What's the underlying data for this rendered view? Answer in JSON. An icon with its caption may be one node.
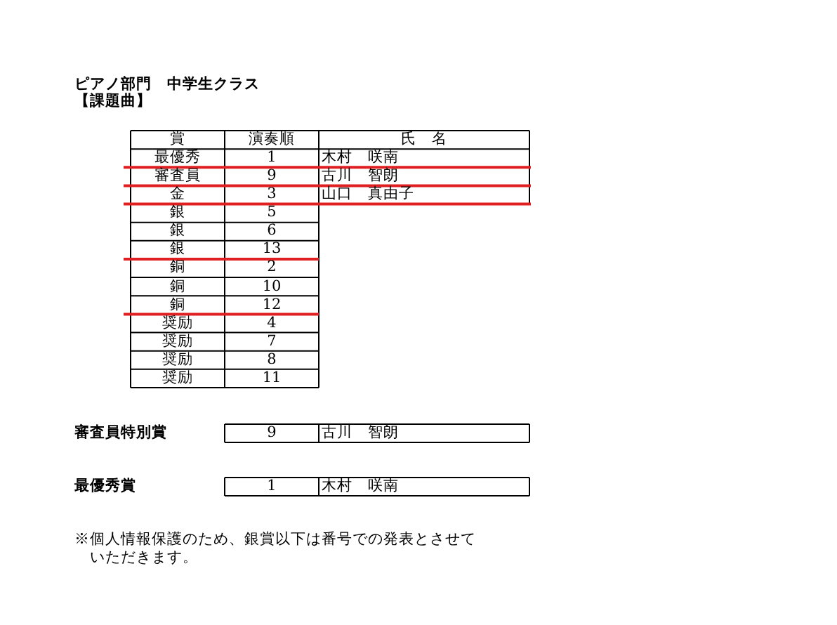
{
  "diagram": {
    "title": "ピアノ部門　中学生クラス",
    "labels": [
      "【課題曲】",
      "賞",
      "演奏順",
      "氏　名",
      "最優秀",
      "1",
      "木村　咲南",
      "審査員",
      "9",
      "古川　智朗",
      "金",
      "3",
      "山口　真由子",
      "銀",
      "5",
      "銀",
      "6",
      "銀",
      "13",
      "銅",
      "2",
      "銅",
      "10",
      "銅",
      "12",
      "奨励",
      "4",
      "奨励",
      "7",
      "奨励",
      "8",
      "奨励",
      "11",
      "審査員特別賞",
      "9",
      "古川　智朗",
      "最優秀賞",
      "1",
      "木村　咲南",
      "※個人情報保護のため、銀賞以下は番号での発表とさせていただきます。"
    ]
  }
}
